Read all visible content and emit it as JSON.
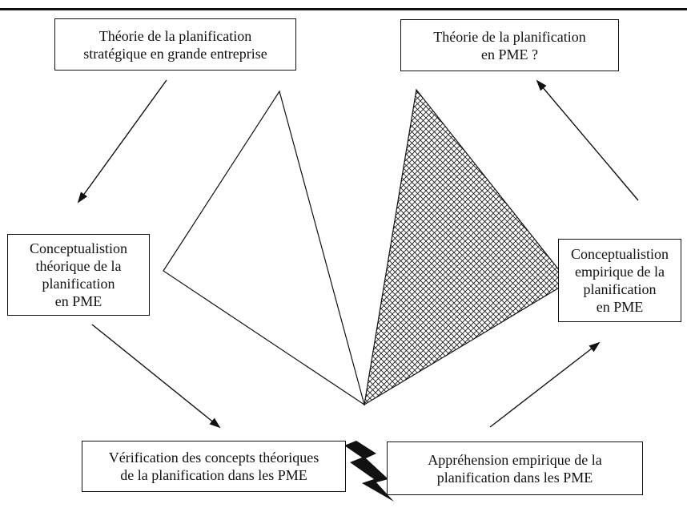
{
  "colors": {
    "line": "#111111",
    "background": "#ffffff",
    "hatch": "#111111"
  },
  "boxes": {
    "top_left": "Théorie de la planification\nstratégique en grande entreprise",
    "top_right": "Théorie de la planification\nen PME ?",
    "mid_left": "Conceptualistion\nthéorique de la\nplanification\nen PME",
    "mid_right": "Conceptualistion\nempirique de la\nplanification\nen PME",
    "bottom_left": "Vérification des concepts théoriques\nde la planification dans les PME",
    "bottom_right": "Appréhension empirique de la\nplanification dans les PME"
  },
  "icons": {
    "bolt": "lightning-bolt-icon",
    "arrowheads": "arrowhead-icon"
  }
}
